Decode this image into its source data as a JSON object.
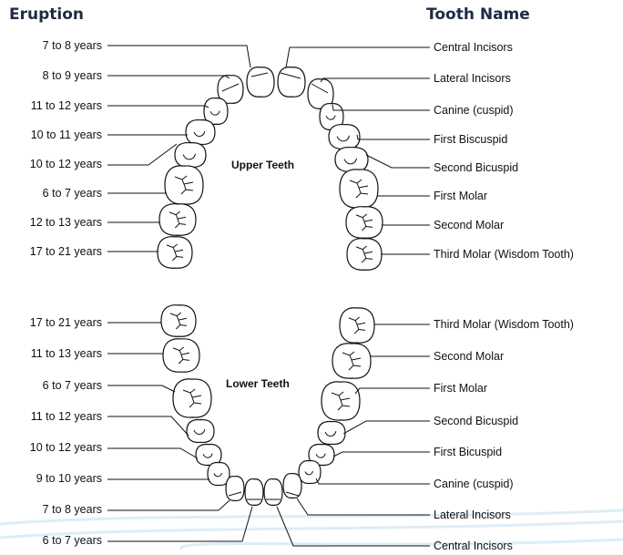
{
  "headers": {
    "eruption": "Eruption",
    "tooth_name": "Tooth Name"
  },
  "upper": {
    "label": "Upper Teeth",
    "ages": [
      "7 to 8 years",
      "8 to 9 years",
      "11 to 12 years",
      "10 to 11 years",
      "10 to 12 years",
      "6 to 7 years",
      "12 to 13 years",
      "17 to 21 years"
    ],
    "names": [
      "Central Incisors",
      "Lateral Incisors",
      "Canine (cuspid)",
      "First Biscuspid",
      "Second Bicuspid",
      "First Molar",
      "Second Molar",
      "Third Molar (Wisdom Tooth)"
    ]
  },
  "lower": {
    "label": "Lower Teeth",
    "ages": [
      "17 to 21 years",
      "11 to 13 years",
      "6 to 7 years",
      "11 to 12 years",
      "10 to 12 years",
      "9 to 10 years",
      "7 to 8 years",
      "6 to 7 years"
    ],
    "names": [
      "Third Molar (Wisdom Tooth)",
      "Second Molar",
      "First Molar",
      "Second Bicuspid",
      "First Bicuspid",
      "Canine (cuspid)",
      "Lateral Incisors",
      "Central Incisors"
    ]
  },
  "colors": {
    "header": "#1f2a44",
    "wave": "#cfe6f2"
  }
}
